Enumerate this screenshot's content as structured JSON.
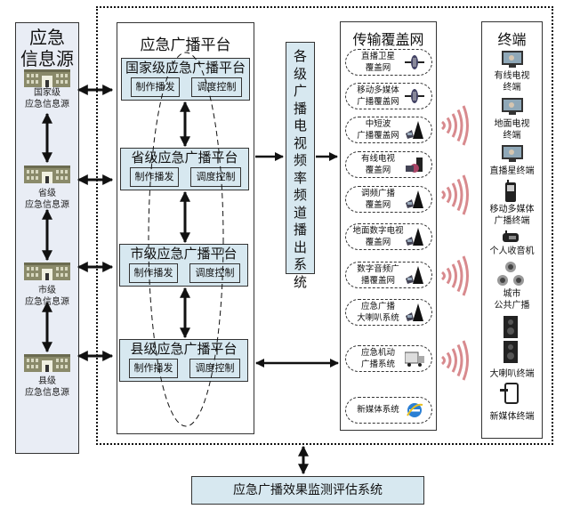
{
  "sources": {
    "title_line1": "应急",
    "title_line2": "信息源",
    "items": [
      {
        "line1": "国家级",
        "line2": "应急信息源",
        "icon": "government-building-icon"
      },
      {
        "line1": "省级",
        "line2": "应急信息源",
        "icon": "government-building-icon"
      },
      {
        "line1": "市级",
        "line2": "应急信息源",
        "icon": "government-building-icon"
      },
      {
        "line1": "县级",
        "line2": "应急信息源",
        "icon": "government-building-icon"
      }
    ]
  },
  "platform": {
    "title": "应急广播平台",
    "levels": [
      {
        "title": "国家级应急广播平台",
        "production": "制作播发",
        "dispatch": "调度控制"
      },
      {
        "title": "省级应急广播平台",
        "production": "制作播发",
        "dispatch": "调度控制"
      },
      {
        "title": "市级应急广播平台",
        "production": "制作播发",
        "dispatch": "调度控制"
      },
      {
        "title": "县级应急广播平台",
        "production": "制作播发",
        "dispatch": "调度控制"
      }
    ]
  },
  "channel_system": {
    "label": "各级广播电视频率频道播出系统"
  },
  "network": {
    "title": "传输覆盖网",
    "items": [
      {
        "line1": "直播卫星",
        "line2": "覆盖网",
        "icon": "satellite-icon"
      },
      {
        "line1": "移动多媒体",
        "line2": "广播覆盖网",
        "icon": "satellite-icon"
      },
      {
        "line1": "中短波",
        "line2": "广播覆盖网",
        "icon": "transmitter-tower-icon"
      },
      {
        "line1": "有线电视",
        "line2": "覆盖网",
        "icon": "cable-network-icon"
      },
      {
        "line1": "调频广播",
        "line2": "覆盖网",
        "icon": "transmitter-tower-icon"
      },
      {
        "line1": "地面数字电视",
        "line2": "覆盖网",
        "icon": "transmitter-tower-icon"
      },
      {
        "line1": "数字音频广",
        "line2": "播覆盖网",
        "icon": "transmitter-tower-icon"
      },
      {
        "line1": "应急广播",
        "line2": "大喇叭系统",
        "icon": "transmitter-tower-icon"
      },
      {
        "line1": "应急机动",
        "line2": "广播系统",
        "icon": "broadcast-truck-icon"
      },
      {
        "line1": "新媒体系统",
        "line2": "",
        "icon": "internet-explorer-icon"
      }
    ]
  },
  "terminals": {
    "title": "终端",
    "items": [
      {
        "line1": "有线电视",
        "line2": "终端",
        "icon": "tv-monitor-icon"
      },
      {
        "line1": "地面电视",
        "line2": "终端",
        "icon": "tv-monitor-icon"
      },
      {
        "line1": "直播星终端",
        "line2": "",
        "icon": "tv-monitor-icon"
      },
      {
        "line1": "移动多媒体",
        "line2": "广播终端",
        "icon": "mobile-phone-icon"
      },
      {
        "line1": "个人收音机",
        "line2": "",
        "icon": "radio-icon"
      },
      {
        "line1": "城市",
        "line2": "公共广播",
        "icon": "speaker-cluster-icon"
      },
      {
        "line1": "大喇叭终端",
        "line2": "",
        "icon": "loudspeaker-box-icon"
      },
      {
        "line1": "新媒体终端",
        "line2": "",
        "icon": "tablet-icon"
      }
    ]
  },
  "monitoring": {
    "label": "应急广播效果监测评估系统"
  },
  "colors": {
    "box_fill": "#d7e8f0",
    "source_panel_fill": "#e9edf5",
    "wave_color": "#d88a8e",
    "line_color": "#111111"
  }
}
